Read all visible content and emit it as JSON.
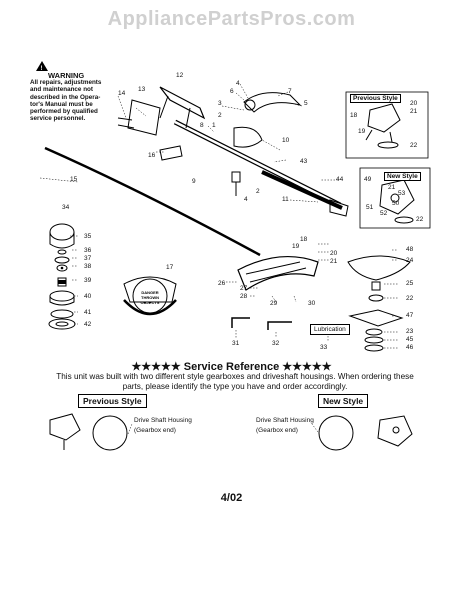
{
  "watermark": "AppliancePartsPros.com",
  "warning": {
    "title": "WARNING",
    "lines": [
      "All repairs, adjustments",
      "and maintenance not",
      "described in the Opera-",
      "tor's Manual must be",
      "performed by qualified",
      "service personnel."
    ]
  },
  "labels": {
    "l1": "1",
    "l2a": "2",
    "l2b": "2",
    "l3": "3",
    "l4a": "4",
    "l4b": "4",
    "l5": "5",
    "l6": "6",
    "l7": "7",
    "l8": "8",
    "l9": "9",
    "l10": "10",
    "l11": "11",
    "l12": "12",
    "l13": "13",
    "l14": "14",
    "l15": "15",
    "l16": "16",
    "l17": "17",
    "l18a": "18",
    "l18b": "18",
    "l19a": "19",
    "l19b": "19",
    "l20a": "20",
    "l20b": "20",
    "l21a": "21",
    "l21b": "21",
    "l22a": "22",
    "l22b": "22",
    "l22c": "22",
    "l23": "23",
    "l24": "24",
    "l25": "25",
    "l26": "26",
    "l27": "27",
    "l28": "28",
    "l29": "29",
    "l30": "30",
    "l31": "31",
    "l32": "32",
    "l33": "33",
    "l34": "34",
    "l35": "35",
    "l36": "36",
    "l37": "37",
    "l38": "38",
    "l39": "39",
    "l40": "40",
    "l41": "41",
    "l42": "42",
    "l43": "43",
    "l44": "44",
    "l45": "45",
    "l46": "46",
    "l47": "47",
    "l48": "48",
    "l49": "49",
    "l50": "50",
    "l51": "51",
    "l52": "52",
    "l53": "53"
  },
  "previous_style_inset": "Previous Style",
  "new_style_inset": "New Style",
  "lubrication": "Lubrication",
  "decal_text": "DANGER THROWN OBJECTS",
  "service": {
    "title": "★★★★★  Service Reference ★★★★★",
    "text": "This unit was built with  two different style gearboxes and driveshaft housings. When ordering these parts, please identify the type you have and order accordingly.",
    "previous_label": "Previous Style",
    "new_label": "New Style",
    "housing_left_1": "Drive Shaft Housing",
    "housing_left_2": "(Gearbox end)",
    "housing_right_1": "Drive Shaft Housing",
    "housing_right_2": "(Gearbox end)"
  },
  "footer": "4/02"
}
